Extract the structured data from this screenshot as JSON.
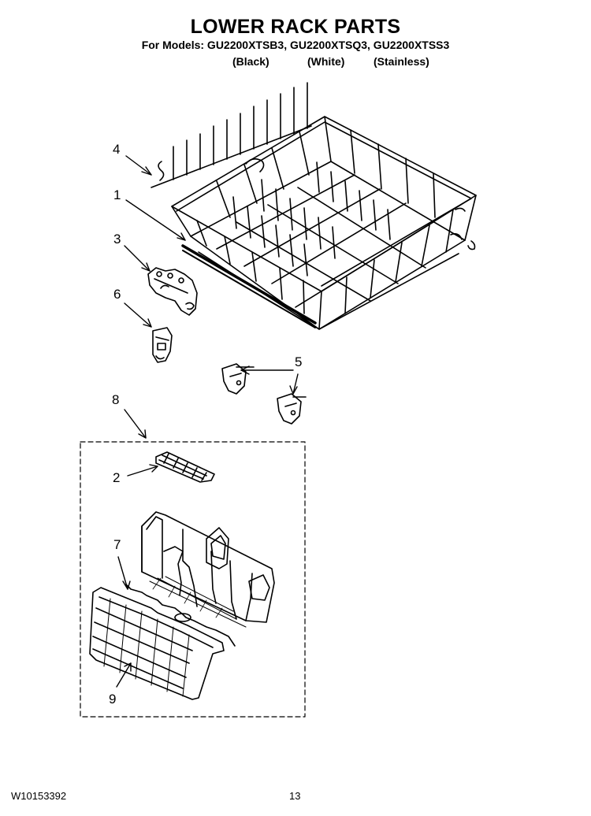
{
  "header": {
    "title": "LOWER RACK PARTS",
    "models_line": "For Models: GU2200XTSB3, GU2200XTSQ3, GU2200XTSS3",
    "variants": [
      "(Black)",
      "(White)",
      "(Stainless)"
    ]
  },
  "callouts": [
    "1",
    "2",
    "3",
    "4",
    "5",
    "6",
    "7",
    "8",
    "9"
  ],
  "footer": {
    "doc_number": "W10153392",
    "page_number": "13"
  }
}
